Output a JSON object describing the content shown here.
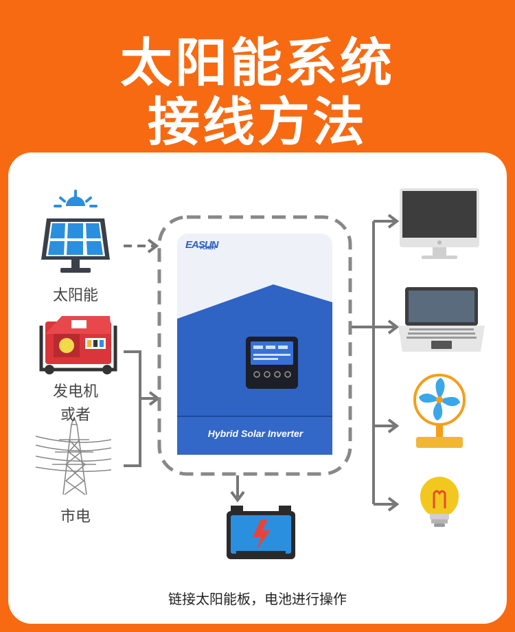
{
  "header": {
    "title_line1": "太阳能系统",
    "title_line2": "接线方法"
  },
  "sources": {
    "solar_label": "太阳能",
    "generator_label": "发电机",
    "or_label": "或者",
    "grid_label": "市电"
  },
  "inverter": {
    "brand": "EASUN",
    "brand_sub": "POWER",
    "model_label": "Hybrid Solar Inverter"
  },
  "footer": {
    "caption": "链接太阳能板，电池进行操作"
  },
  "colors": {
    "background": "#f76a12",
    "inverter_blue": "#2f63c4",
    "arrow_gray": "#777777"
  },
  "icons": [
    "solar-panel-icon",
    "generator-icon",
    "power-tower-icon",
    "battery-icon",
    "monitor-icon",
    "laptop-icon",
    "fan-icon",
    "light-bulb-icon"
  ]
}
